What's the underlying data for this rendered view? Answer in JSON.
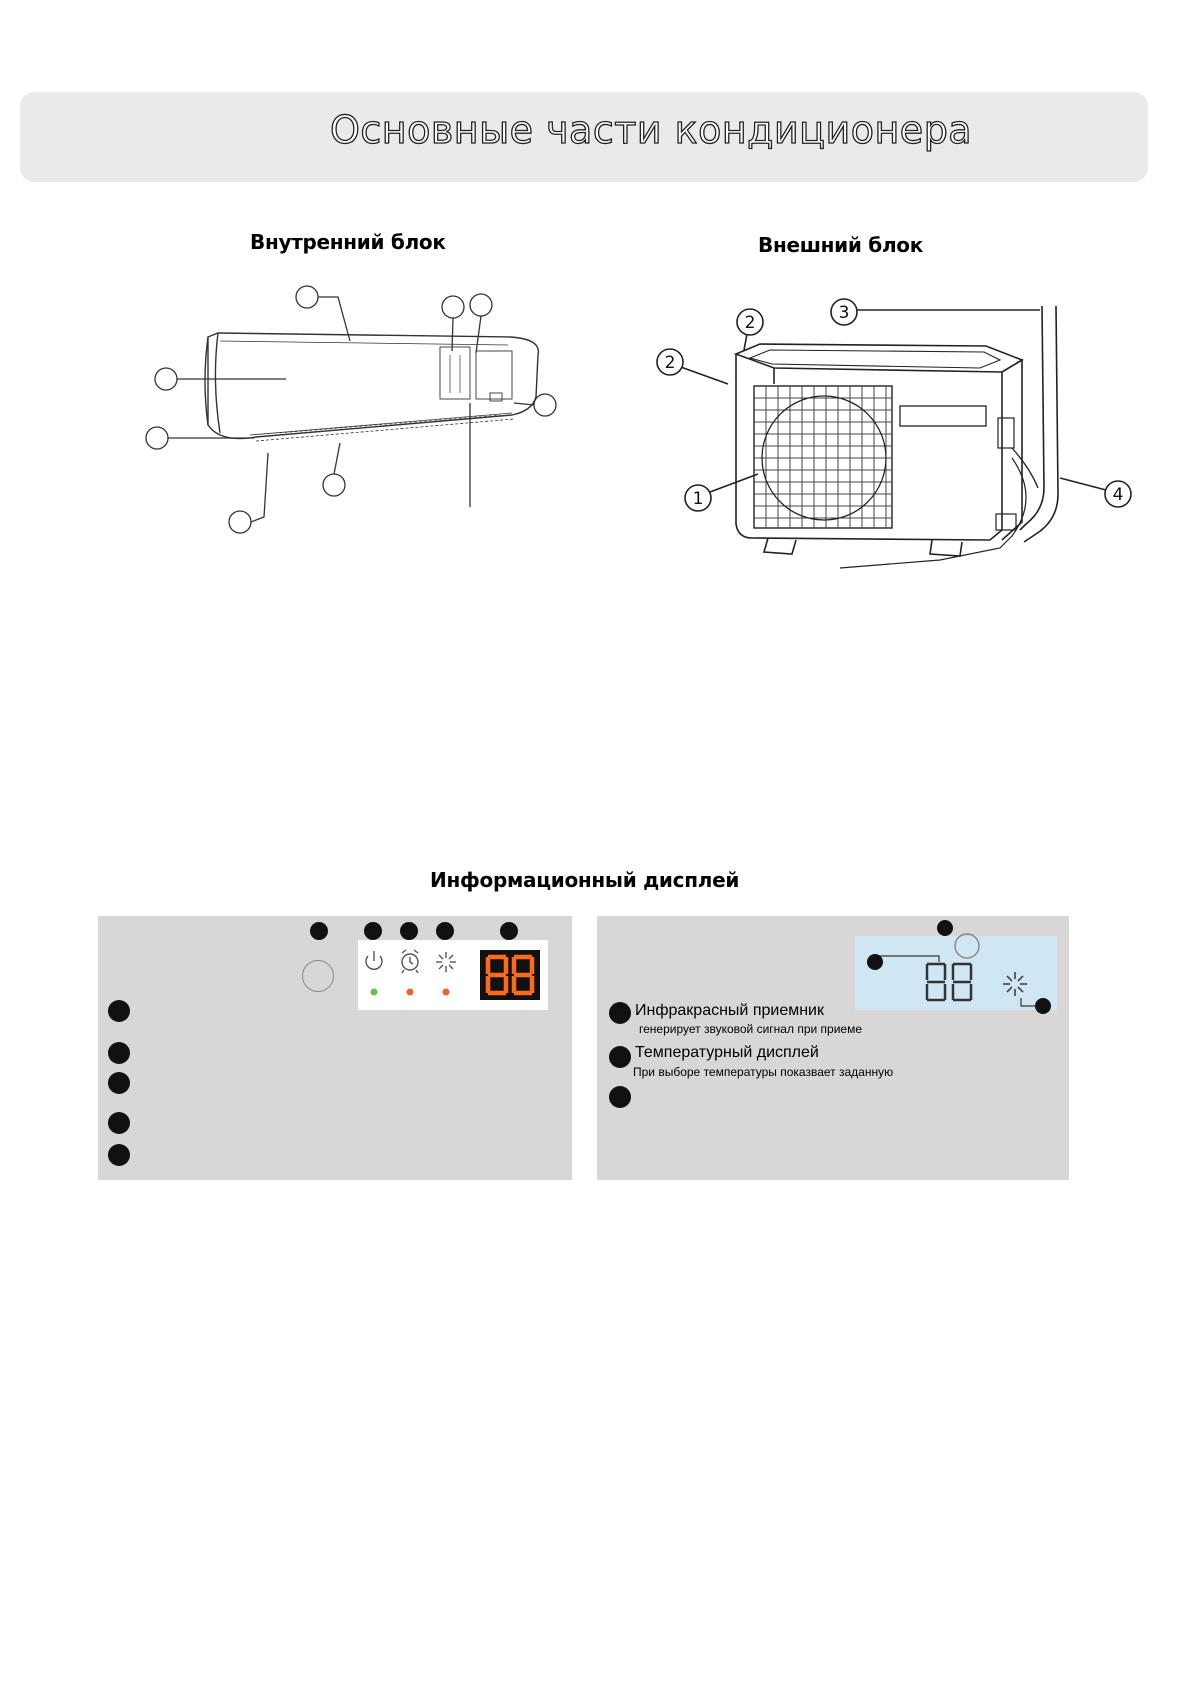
{
  "page": {
    "title": "Основные части кондиционера"
  },
  "indoor": {
    "heading": "Внутренний блок"
  },
  "outdoor": {
    "heading": "Внешний блок",
    "callouts": [
      "1",
      "2",
      "2",
      "3",
      "4"
    ]
  },
  "display": {
    "heading": "Информационный дисплей",
    "left_panel": {
      "segment_digits": "88"
    },
    "right_panel": {
      "lcd_digits": "88",
      "items": [
        {
          "title": "Инфракрасный приемник",
          "desc": "генерирует звуковой сигнал при приеме"
        },
        {
          "title": "Температурный дисплей",
          "desc": "При выборе температуры показвает заданную"
        }
      ]
    }
  },
  "colors": {
    "title_bar": "#ebeae9",
    "panel_bg": "#d8d7d6",
    "segment_display": "#ff6a1a",
    "led_green": "#6cc04a",
    "led_orange": "#f0642a",
    "lcd_blue": "#cfe6f4"
  }
}
